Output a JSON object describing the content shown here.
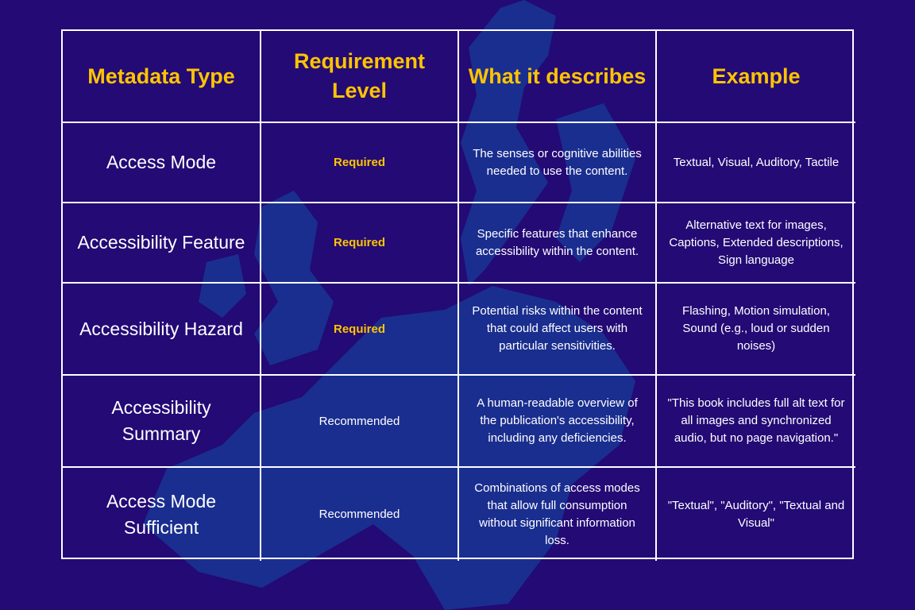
{
  "colors": {
    "background": "#230a75",
    "map_fill": "#1a2e8f",
    "header_text": "#ffc400",
    "body_text": "#ffffff",
    "grid_lines": "#ffffff"
  },
  "table": {
    "headers": [
      "Metadata Type",
      "Requirement Level",
      "What it describes",
      "Example"
    ],
    "rows": [
      {
        "type": "Access Mode",
        "level": "Required",
        "describes": "The senses or cognitive abilities needed to use the content.",
        "example": "Textual, Visual, Auditory, Tactile"
      },
      {
        "type": "Accessibility Feature",
        "level": "Required",
        "describes": "Specific features that enhance accessibility within the content.",
        "example": "Alternative text for images, Captions, Extended descriptions, Sign language"
      },
      {
        "type": "Accessibility Hazard",
        "level": "Required",
        "describes": "Potential risks within the content that could affect users with particular sensitivities.",
        "example": "Flashing, Motion simulation, Sound (e.g., loud or sudden noises)"
      },
      {
        "type": "Accessibility Summary",
        "level": "Recommended",
        "describes": "A human-readable overview of the publication's accessibility, including any deficiencies.",
        "example": "\"This book includes full alt text for all images and synchronized audio, but no page navigation.\""
      },
      {
        "type": "Access Mode Sufficient",
        "level": "Recommended",
        "describes": "Combinations of access modes that allow full consumption without significant information loss.",
        "example": "\"Textual\", \"Auditory\", \"Textual and Visual\""
      }
    ]
  }
}
